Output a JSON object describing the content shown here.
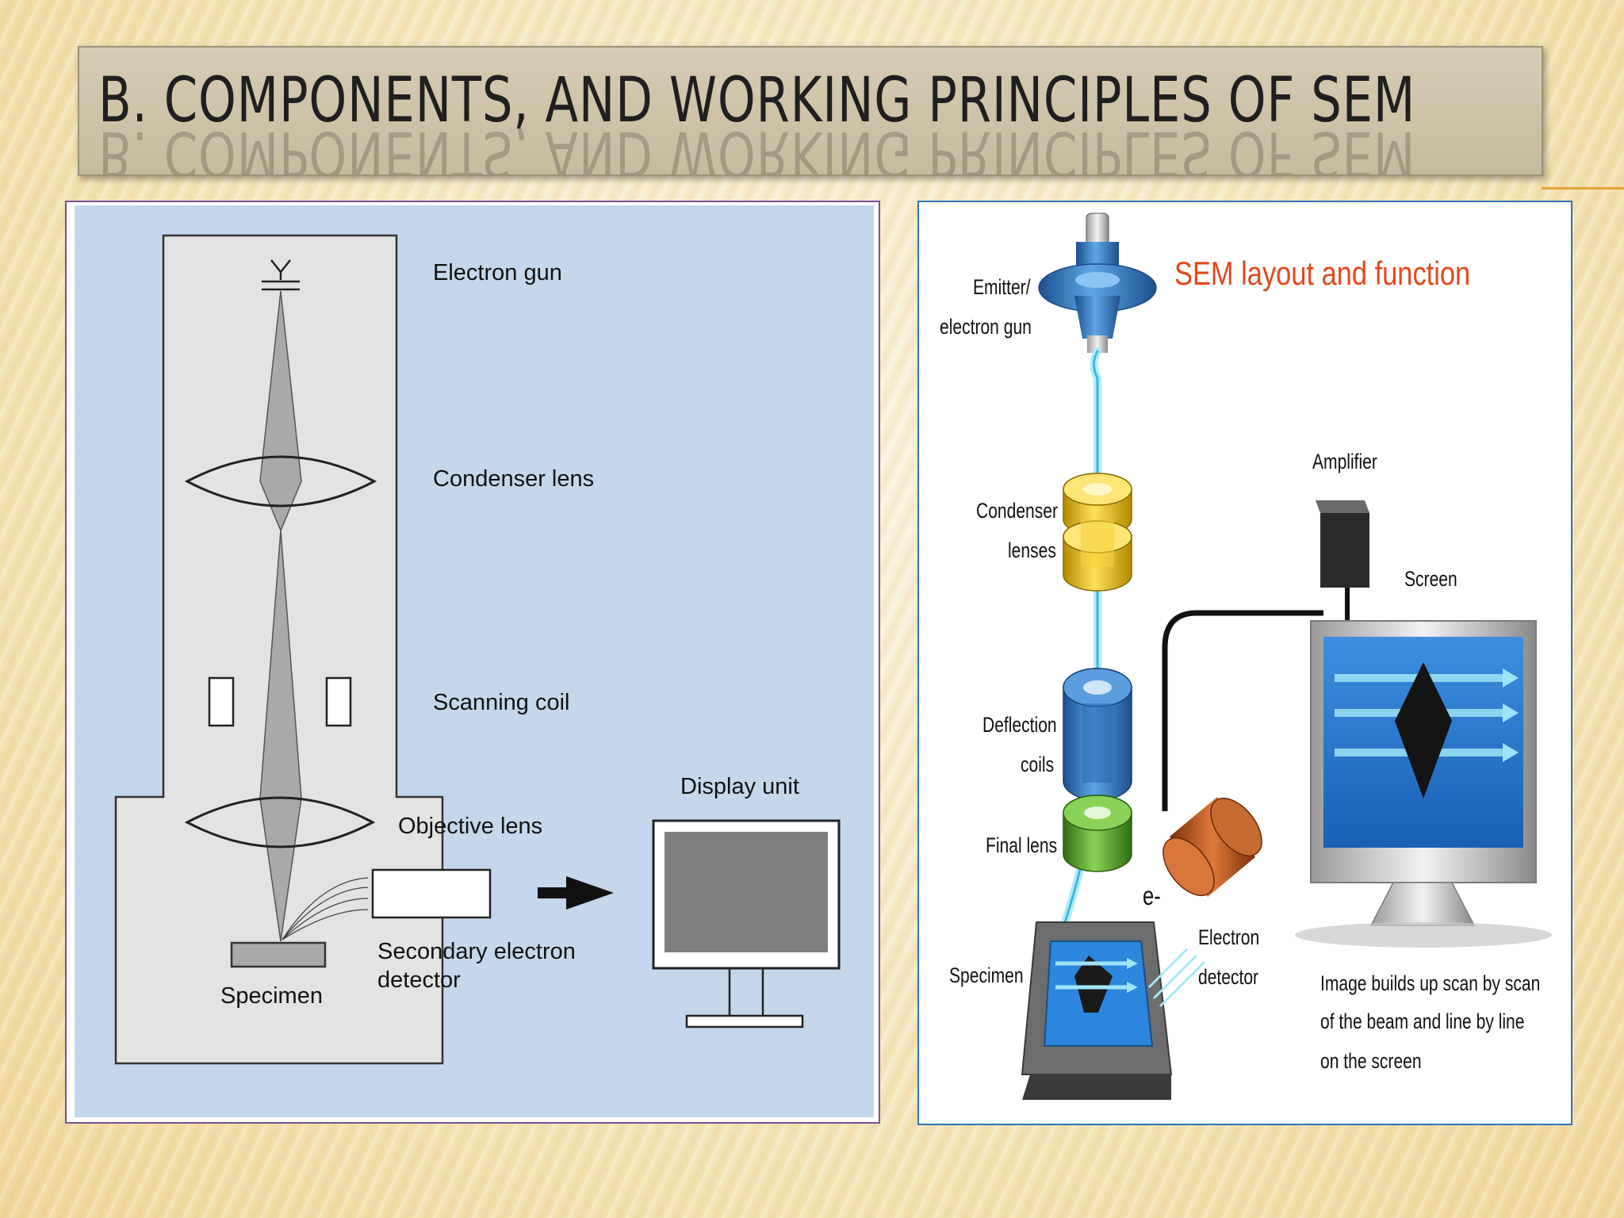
{
  "title": "B. COMPONENTS, AND WORKING PRINCIPLES OF SEM",
  "left_diagram": {
    "labels": {
      "electron_gun": "Electron gun",
      "condenser_lens": "Condenser lens",
      "scanning_coil": "Scanning coil",
      "objective_lens": "Objective lens",
      "display_unit": "Display unit",
      "secondary_detector_line1": "Secondary electron",
      "secondary_detector_line2": "detector",
      "specimen": "Specimen"
    },
    "colors": {
      "background": "#c5d7ec",
      "column": "#e4e3e3",
      "beam": "#a9a9ab",
      "screen": "#7f7f80"
    }
  },
  "right_diagram": {
    "title": "SEM layout and function",
    "labels": {
      "emitter_line1": "Emitter/",
      "emitter_line2": "electron gun",
      "condenser_line1": "Condenser",
      "condenser_line2": "lenses",
      "deflection_line1": "Deflection",
      "deflection_line2": "coils",
      "final_lens": "Final lens",
      "specimen": "Specimen",
      "electron_symbol": "e-",
      "detector_line1": "Electron",
      "detector_line2": "detector",
      "amplifier": "Amplifier",
      "screen": "Screen",
      "caption_line1": "Image builds up scan by scan",
      "caption_line2": "of the beam and line by line",
      "caption_line3": "on the screen"
    },
    "colors": {
      "title": "#e2481c",
      "gun": "#3b7fc4",
      "condenser": "#f2c400",
      "deflection": "#2f6eb3",
      "final_lens": "#5aa02c",
      "detector": "#b8501a",
      "screen": "#1e70c8"
    }
  }
}
